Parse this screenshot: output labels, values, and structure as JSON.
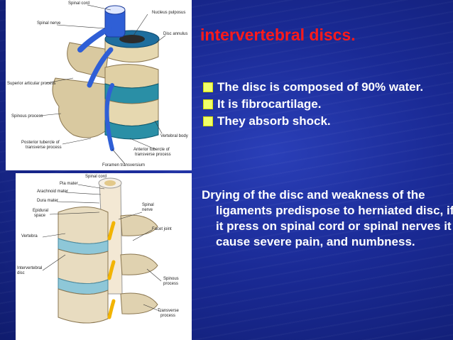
{
  "slide": {
    "title": "intervertebral discs.",
    "bullets": [
      "The disc is composed of 90% water.",
      "It is fibrocartilage.",
      "They absorb shock."
    ],
    "paragraph": "Drying of the disc and weakness of the ligaments predispose to herniated disc, if it press on spinal cord or spinal nerves it cause severe pain, and numbness.",
    "colors": {
      "title": "#ff1a1a",
      "bullet_marker": "#f0ff6a",
      "background": "#1a2a95"
    }
  },
  "figure_top": {
    "labels": {
      "spinal_cord": "Spinal cord",
      "spinal_nerve": "Spinal nerve",
      "nucleus": "Nucleus pulposus",
      "annulus": "Disc annulus",
      "superior": "Superior articular process",
      "spinous": "Spinous process",
      "vertebral_body": "Vertebral body",
      "posterior_1": "Posterior tubercle of",
      "posterior_2": "transverse process",
      "anterior_1": "Anterior tubercle of",
      "anterior_2": "transverse process",
      "foramen": "Foramen transversium"
    }
  },
  "figure_bottom": {
    "labels": {
      "spinal_cord": "Spinal cord",
      "pia": "Pia mater",
      "arachnoid": "Arachnoid mater",
      "dura": "Dura mater",
      "epidural_1": "Epidural",
      "epidural_2": "space",
      "spinal_1": "Spinal",
      "spinal_2": "nerve",
      "vertebra": "Vertebra",
      "facet": "Facet joint",
      "ivd_1": "Intervertebral",
      "ivd_2": "disc",
      "spinous_1": "Spinous",
      "spinous_2": "process",
      "transverse_1": "Transverse",
      "transverse_2": "process"
    }
  }
}
